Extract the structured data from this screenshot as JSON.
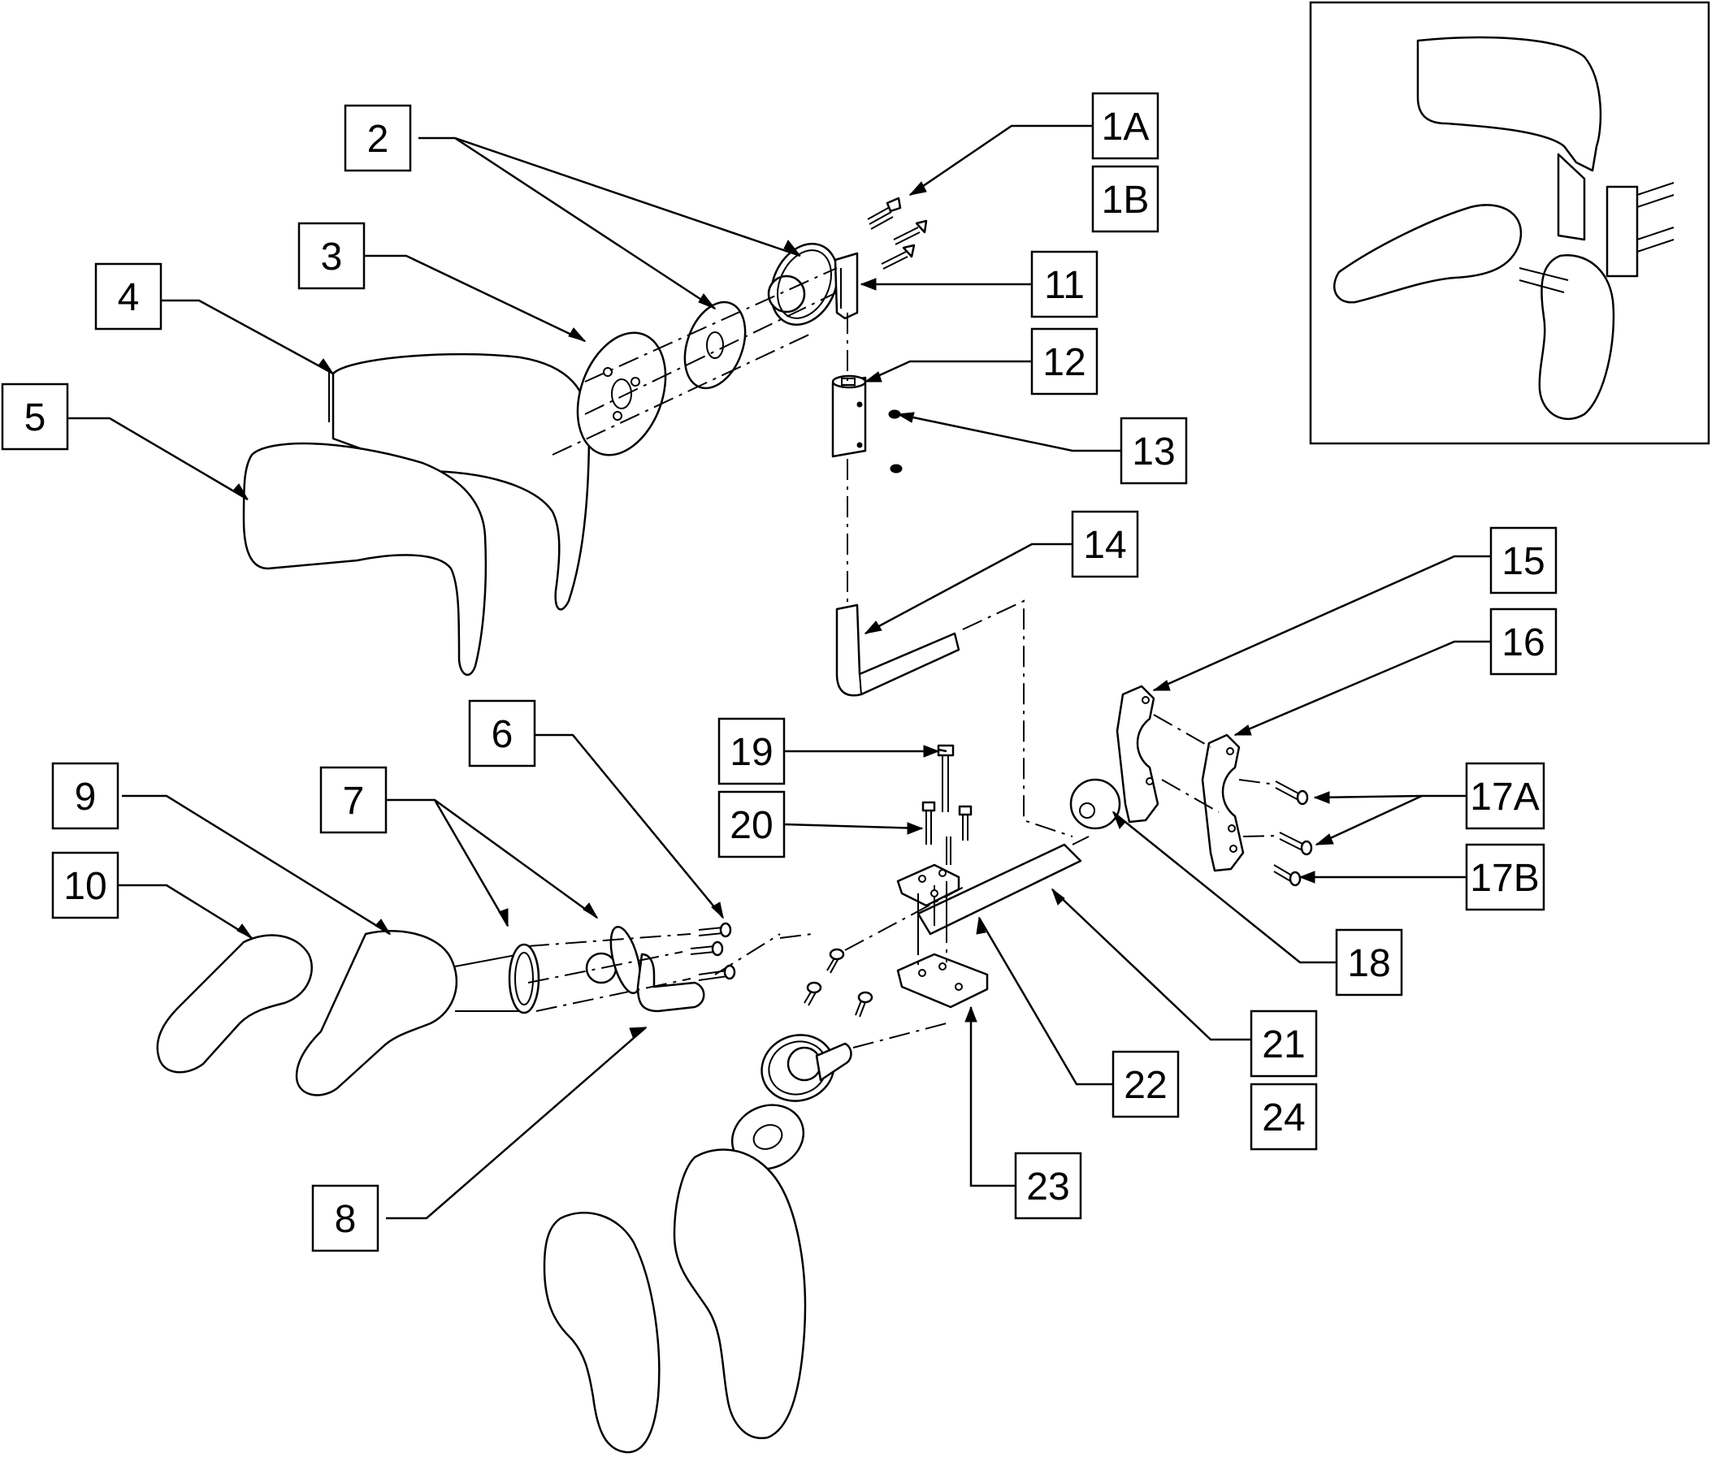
{
  "callouts": [
    {
      "id": "c-1A",
      "label": "1A"
    },
    {
      "id": "c-1B",
      "label": "1B"
    },
    {
      "id": "c-2",
      "label": "2"
    },
    {
      "id": "c-3",
      "label": "3"
    },
    {
      "id": "c-4",
      "label": "4"
    },
    {
      "id": "c-5",
      "label": "5"
    },
    {
      "id": "c-6",
      "label": "6"
    },
    {
      "id": "c-7",
      "label": "7"
    },
    {
      "id": "c-8",
      "label": "8"
    },
    {
      "id": "c-9",
      "label": "9"
    },
    {
      "id": "c-10",
      "label": "10"
    },
    {
      "id": "c-11",
      "label": "11"
    },
    {
      "id": "c-12",
      "label": "12"
    },
    {
      "id": "c-13",
      "label": "13"
    },
    {
      "id": "c-14",
      "label": "14"
    },
    {
      "id": "c-15",
      "label": "15"
    },
    {
      "id": "c-16",
      "label": "16"
    },
    {
      "id": "c-17A",
      "label": "17A"
    },
    {
      "id": "c-17B",
      "label": "17B"
    },
    {
      "id": "c-18",
      "label": "18"
    },
    {
      "id": "c-19",
      "label": "19"
    },
    {
      "id": "c-20",
      "label": "20"
    },
    {
      "id": "c-21",
      "label": "21"
    },
    {
      "id": "c-22",
      "label": "22"
    },
    {
      "id": "c-23",
      "label": "23"
    },
    {
      "id": "c-24",
      "label": "24"
    }
  ],
  "colors": {
    "line": "#000000",
    "background": "#ffffff"
  }
}
